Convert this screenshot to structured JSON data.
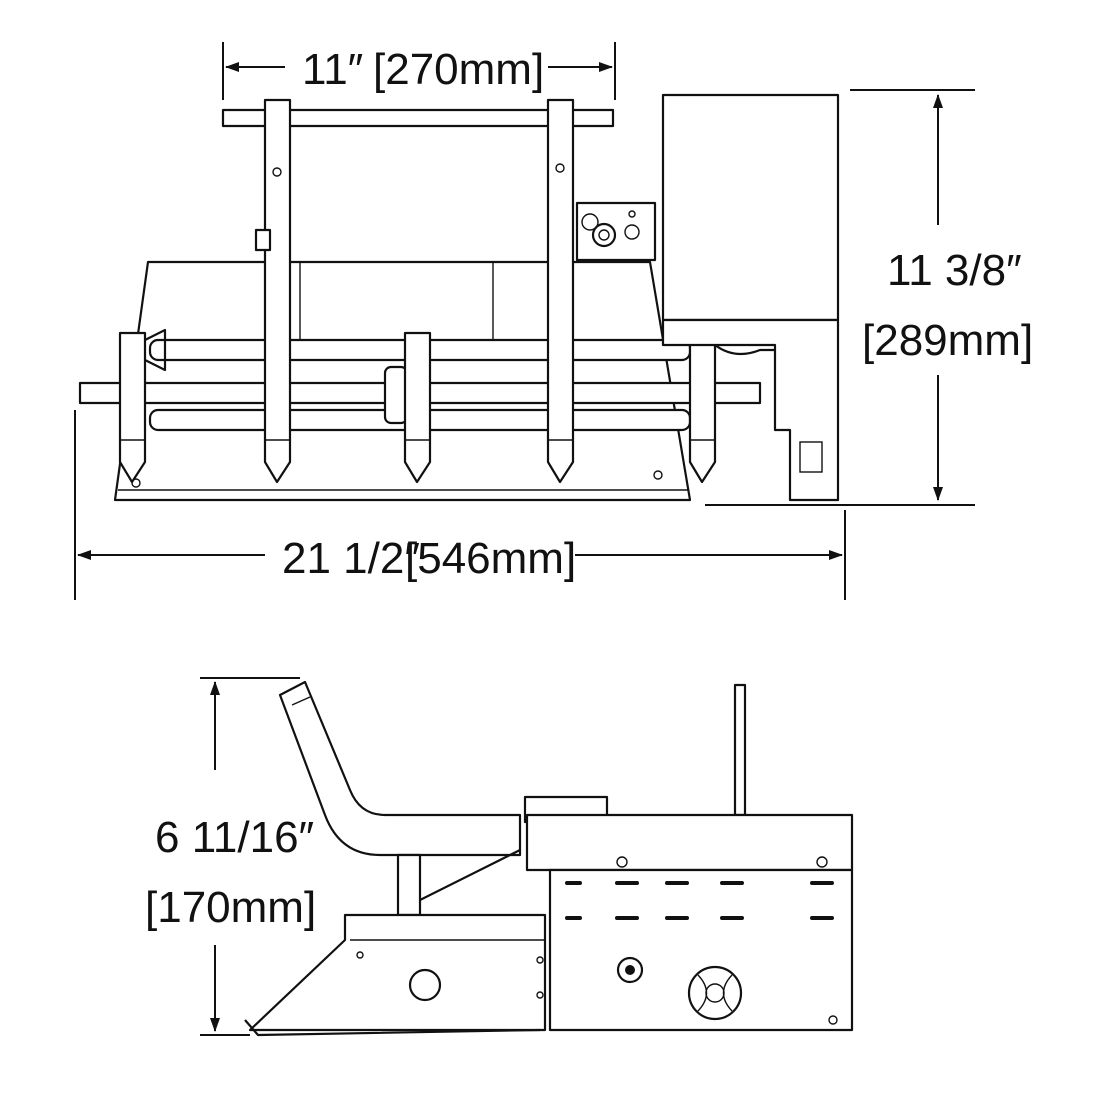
{
  "dimensions": {
    "top_width": "11″",
    "top_width_mm": "[270mm]",
    "height": "11 3/8″",
    "height_mm": "[289mm]",
    "total_width": "21 1/2″",
    "total_width_mm": "[546mm]",
    "side_height": "6 11/16″",
    "side_height_mm": "[170mm]"
  }
}
